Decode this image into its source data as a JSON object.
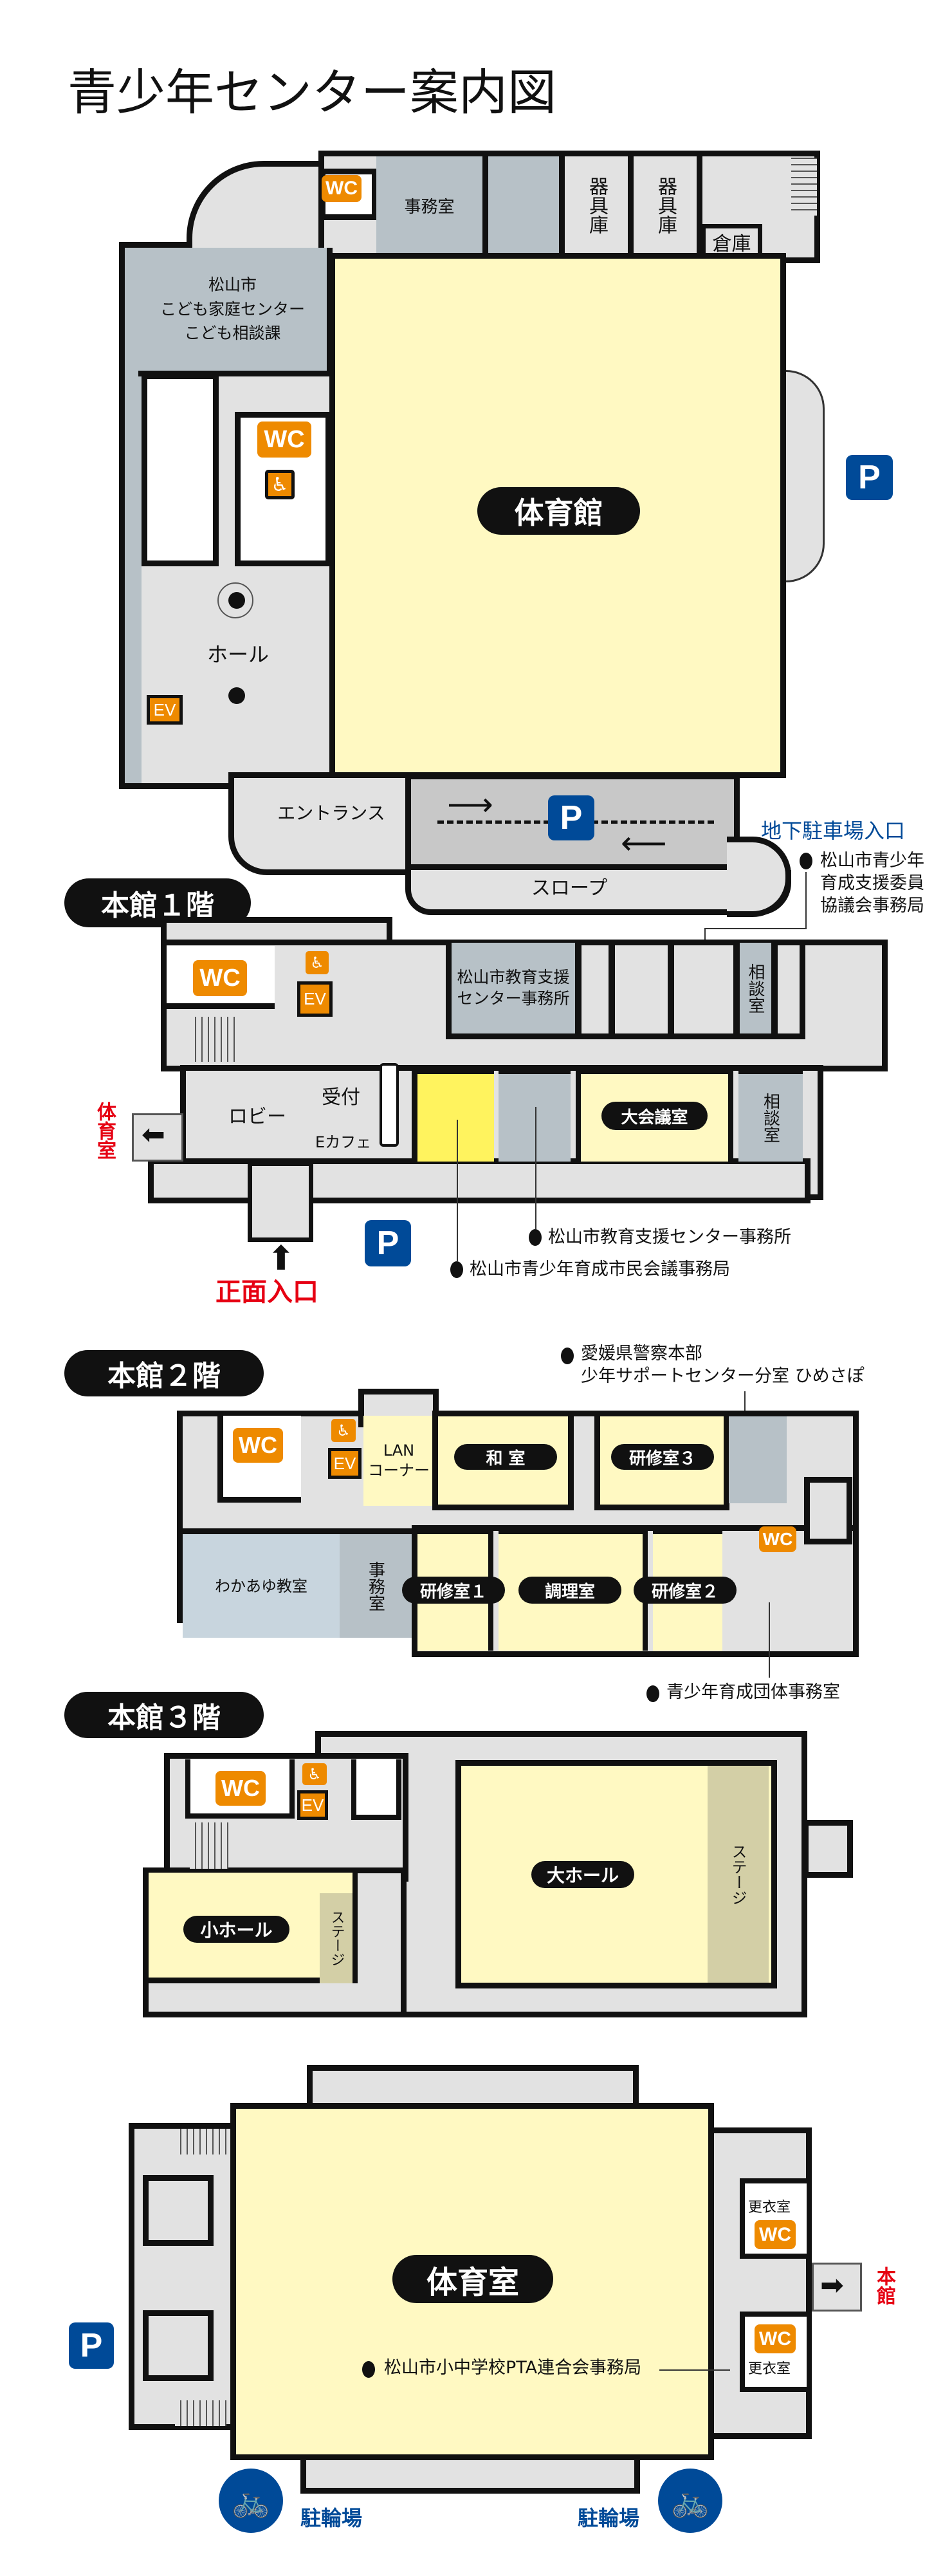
{
  "title": "青少年センター案内図",
  "colors": {
    "gym_yellow": "#fff9c2",
    "corridor_gray": "#e2e2e2",
    "office_gray": "#b7c1c7",
    "highlight_yellow": "#fff35e",
    "wc_orange": "#ee8a00",
    "parking_blue": "#004a98",
    "direction_red": "#e60012",
    "stage": "#d3cfa6"
  },
  "icons": {
    "wc": "WC",
    "ev": "EV",
    "parking": "P",
    "wheelchair": "wheelchair-icon",
    "bicycle": "bicycle-icon",
    "arrow": "arrow-icon"
  },
  "annex": {
    "office": "事務室",
    "equipment_1": "器具庫",
    "equipment_2": "器具庫",
    "storage": "倉庫",
    "kids_center": [
      "松山市",
      "こども家庭センター",
      "こども相談課"
    ],
    "hall": "ホール",
    "gymnasium": "体育館",
    "entrance": "エントランス",
    "slope": "スロープ",
    "underground_parking": "地下駐車場入口"
  },
  "floor1": {
    "label": "本館１階",
    "education_office_room": [
      "松山市教育支援",
      "センター事務所"
    ],
    "consultation_1": "相談室",
    "consultation_2": "相談室",
    "conference_room": "大会議室",
    "reception": "受付",
    "lobby": "ロビー",
    "ecafe": "Eカフェ",
    "to_gym": "体育室",
    "main_entrance": "正面入口",
    "annotations": {
      "youth_committee": [
        "松山市青少年",
        "育成支援委員",
        "協議会事務局"
      ],
      "education_office": "松山市教育支援センター事務所",
      "citizens_council": "松山市青少年育成市民会議事務局"
    }
  },
  "floor2": {
    "label": "本館２階",
    "lan_corner": [
      "LAN",
      "コーナー"
    ],
    "japanese_room": "和 室",
    "training_3": "研修室３",
    "training_1": "研修室１",
    "cooking_room": "調理室",
    "training_2": "研修室２",
    "wakaayu": "わかあゆ教室",
    "office": "事務室",
    "annotations": {
      "police": [
        "愛媛県警察本部",
        "少年サポートセンター分室 ひめさぽ"
      ],
      "youth_groups": "青少年育成団体事務室"
    }
  },
  "floor3": {
    "label": "本館３階",
    "large_hall": "大ホール",
    "small_hall": "小ホール",
    "stage_large": "ステージ",
    "stage_small": "ステージ"
  },
  "gym_building": {
    "gym": "体育室",
    "locker_1": "更衣室",
    "locker_2": "更衣室",
    "to_main": "本館",
    "pta_annotation": "松山市小中学校PTA連合会事務局",
    "bicycle_parking_1": "駐輪場",
    "bicycle_parking_2": "駐輪場"
  }
}
